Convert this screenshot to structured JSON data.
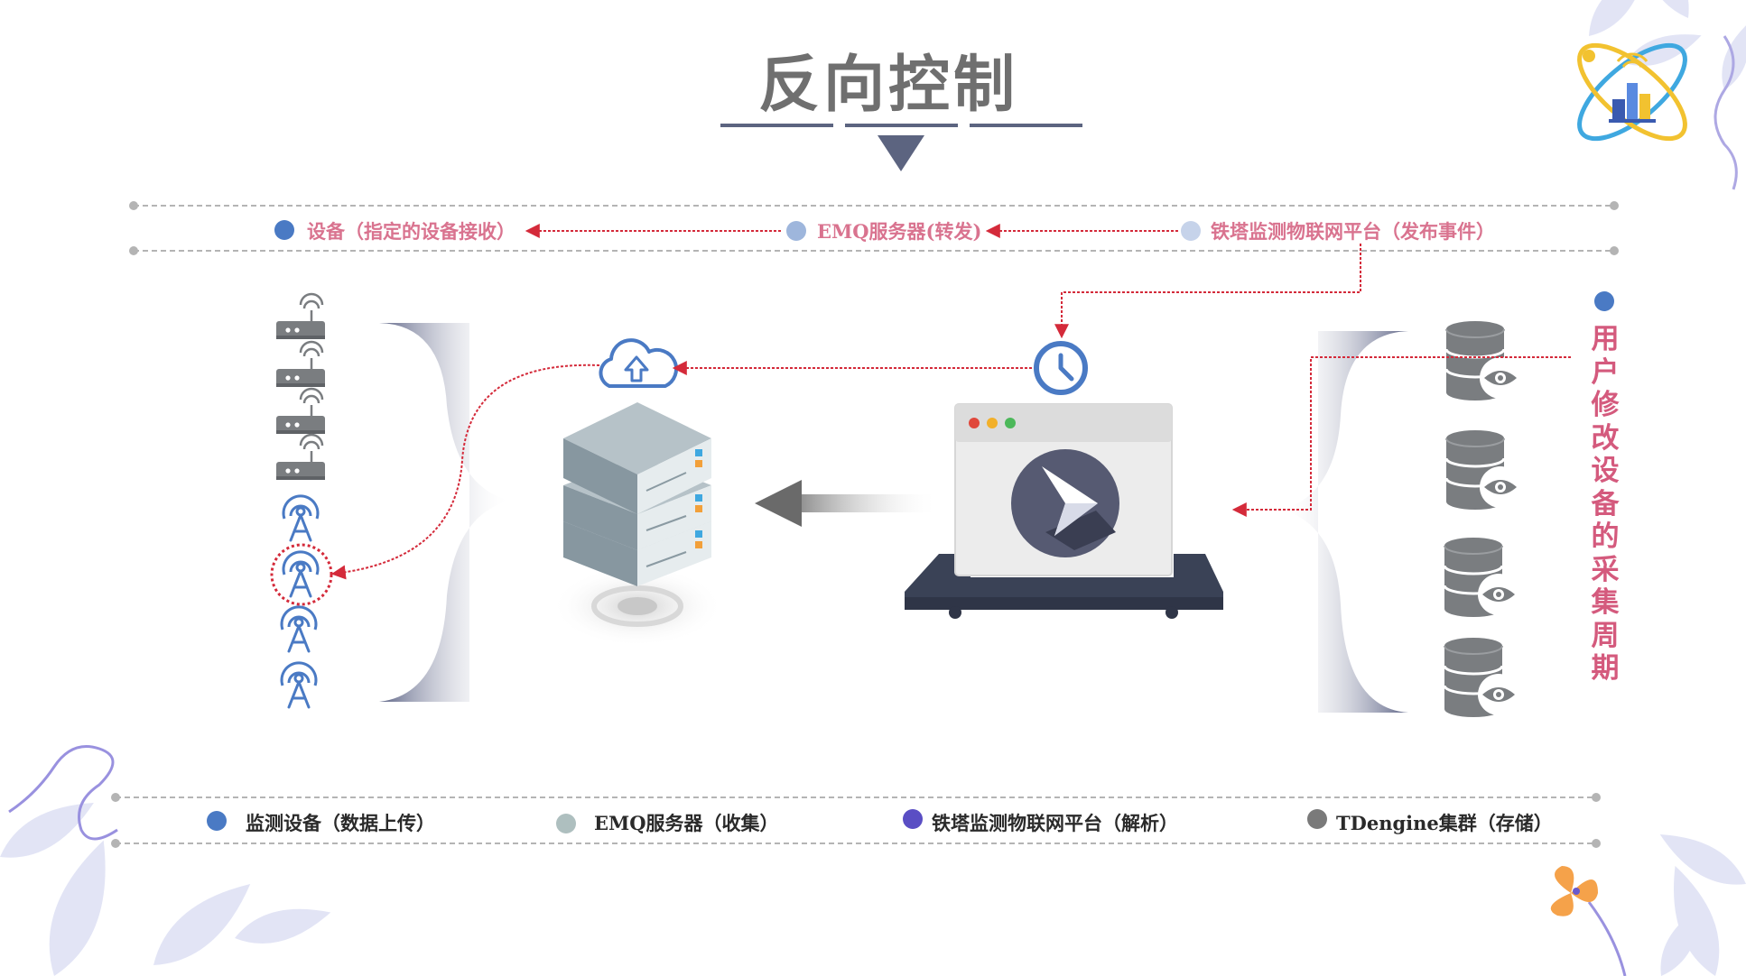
{
  "title": "反向控制",
  "control_flow": {
    "device_label": "设备（指定的设备接收）",
    "emq_label": "EMQ服务器(转发)",
    "platform_label": "铁塔监测物联网平台（发布事件）",
    "user_action_label": "用户修改设备的采集周期"
  },
  "legend": [
    {
      "label": "监测设备（数据上传）",
      "color": "#4a7ac4"
    },
    {
      "label": "EMQ服务器（收集）",
      "color": "#aebfbf"
    },
    {
      "label": "铁塔监测物联网平台（解析）",
      "color": "#5a4ec4"
    },
    {
      "label": "TDengine集群（存储）",
      "color": "#7a7a7a"
    }
  ],
  "colors": {
    "arrow": "#d42a3a",
    "title": "#6f6f6f",
    "label_pink": "#d9738f",
    "navy": "#5c6480",
    "device_blue": "#4a7ac4",
    "device_gray": "#7a7d80"
  },
  "icons": {
    "routers": "router-icon",
    "towers": "signal-tower-icon",
    "cloud": "cloud-upload-icon",
    "server": "server-stack-icon",
    "clock": "clock-icon",
    "laptop": "laptop-icon",
    "databases": "database-icon",
    "logo": "iot-city-logo-icon"
  }
}
